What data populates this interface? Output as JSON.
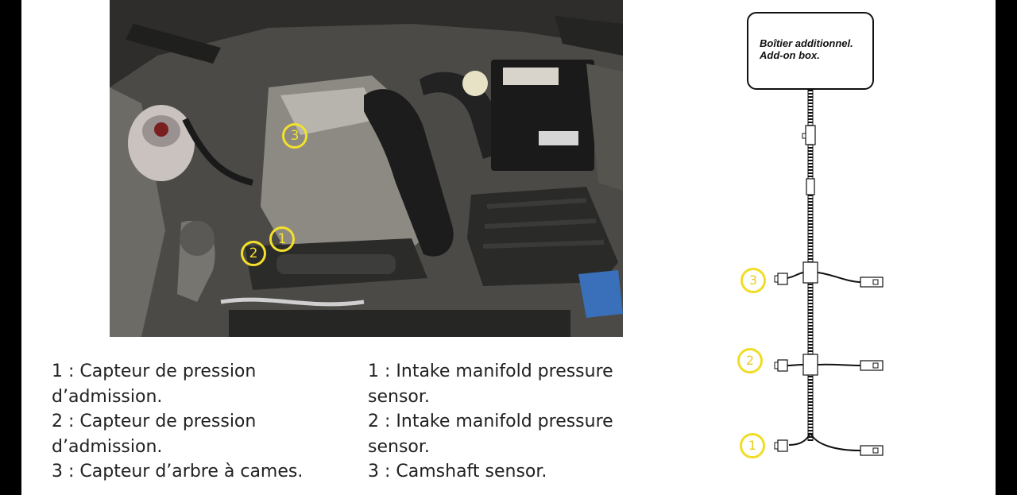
{
  "photo": {
    "markers": [
      "1",
      "2",
      "3"
    ]
  },
  "legend_fr": [
    "1 : Capteur de pression",
    "d’admission.",
    "2 : Capteur de pression",
    "d’admission.",
    "3 : Capteur d’arbre à cames."
  ],
  "legend_en": [
    "1 : Intake manifold pressure",
    "sensor.",
    "2 : Intake manifold pressure",
    "sensor.",
    "3 : Camshaft sensor."
  ],
  "diagram": {
    "box_line1": "Boîtier additionnel.",
    "box_line2": "Add-on box.",
    "badges": [
      "3",
      "2",
      "1"
    ]
  },
  "colors": {
    "marker_yellow": "#f1dc27",
    "background": "#000000",
    "page": "#ffffff"
  }
}
